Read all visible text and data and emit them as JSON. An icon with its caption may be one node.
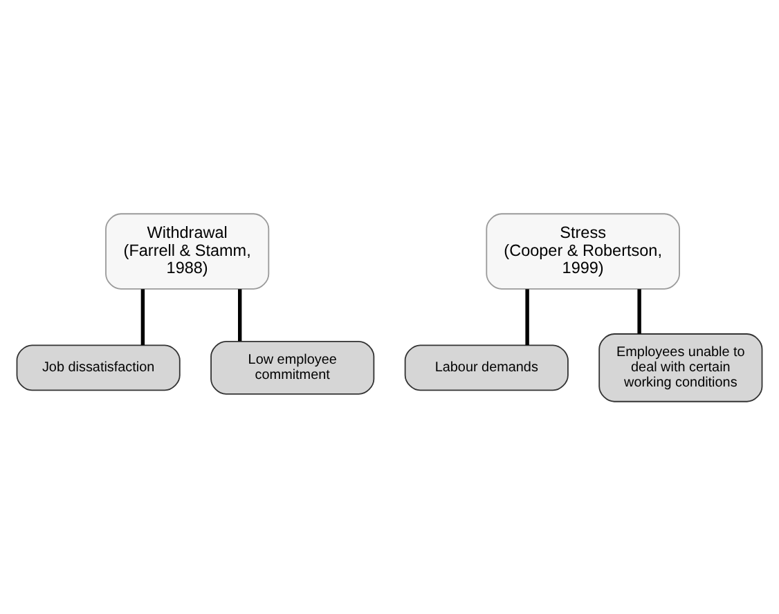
{
  "diagram": {
    "nodes": [
      {
        "text": [
          "Withdrawal",
          "(Farrell & Stamm, 1988)"
        ]
      },
      {
        "text": [
          "Job dissatisfaction"
        ]
      },
      {
        "text": [
          "Low employee commitment"
        ]
      },
      {
        "text": [
          "Stress",
          "(Cooper & Robertson, 1999)"
        ]
      },
      {
        "text": [
          "Labour demands"
        ]
      },
      {
        "text": [
          "Employees unable to deal with certain working conditions"
        ]
      }
    ],
    "edges": [
      {
        "from": 0,
        "to": 1,
        "arrow": "none"
      },
      {
        "from": 0,
        "to": 2,
        "arrow": "none"
      },
      {
        "from": 3,
        "to": 4,
        "arrow": "none"
      },
      {
        "from": 3,
        "to": 5,
        "arrow": "none"
      }
    ]
  }
}
